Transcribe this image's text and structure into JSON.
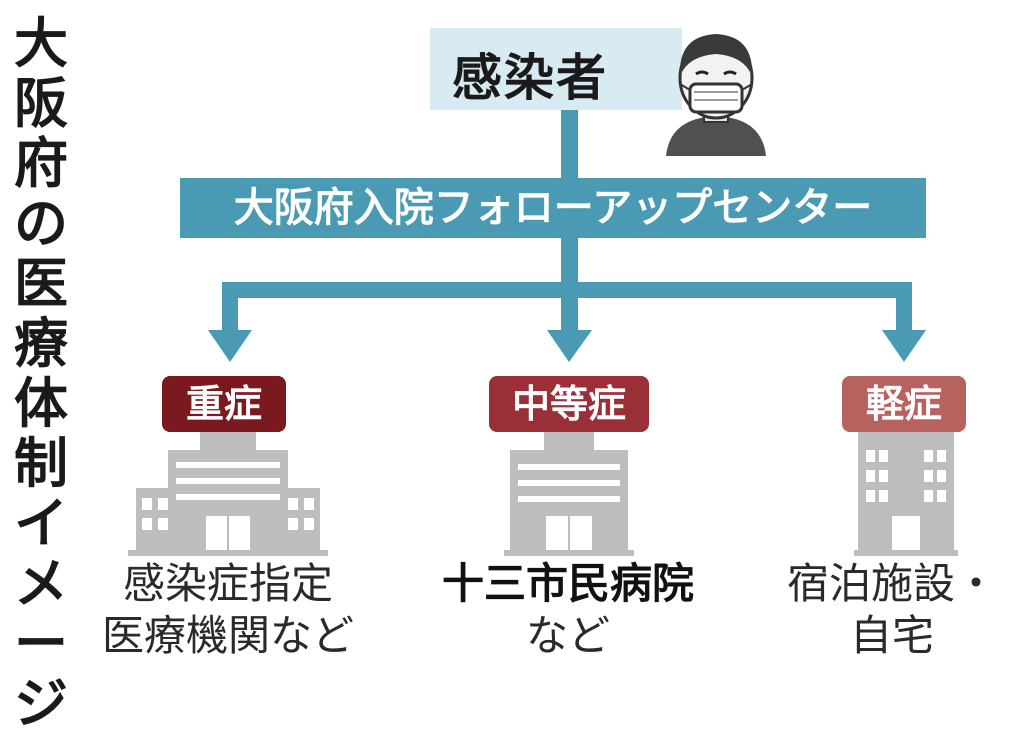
{
  "title_chars": [
    "大",
    "阪",
    "府",
    "の",
    "医",
    "療",
    "体",
    "制",
    "イ",
    "メ",
    "ー",
    "ジ"
  ],
  "top_box": "感染者",
  "center_box": "大阪府入院フォローアップセンター",
  "branches": [
    {
      "tag": "重症",
      "tag_color": "#7a1a1f",
      "label_lines": [
        "感染症指定",
        "医療機関など"
      ],
      "bold": false
    },
    {
      "tag": "中等症",
      "tag_color": "#9a2f38",
      "label_lines": [
        "十三市民病院",
        "など"
      ],
      "bold": true
    },
    {
      "tag": "軽症",
      "tag_color": "#b8625f",
      "label_lines": [
        "宿泊施設・",
        "自宅"
      ],
      "bold": false
    }
  ],
  "colors": {
    "connector": "#4a9ab4",
    "top_box": "#d8eaf2",
    "building": "#bdbdbd"
  },
  "icons": [
    "masked-person-icon",
    "hospital-building-icon",
    "hotel-building-icon"
  ]
}
